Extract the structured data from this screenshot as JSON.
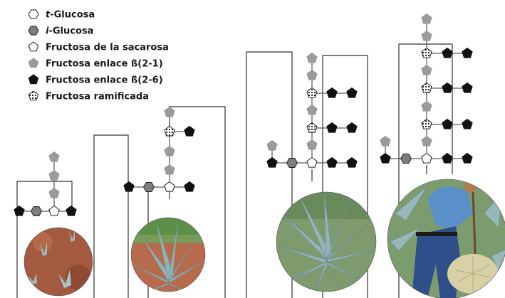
{
  "legend": {
    "items": [
      {
        "prefix": "t",
        "label": "-Glucosa",
        "symbol": "hexagon-white-icon"
      },
      {
        "prefix": "i",
        "label": "-Glucosa",
        "symbol": "hexagon-gray-icon"
      },
      {
        "prefix": "",
        "label": "Fructosa de la sacarosa",
        "symbol": "pentagon-white-icon"
      },
      {
        "prefix": "",
        "label": "Fructosa enlace ß(2-1)",
        "symbol": "pentagon-gray-icon"
      },
      {
        "prefix": "",
        "label": "Fructosa enlace ß(2-6)",
        "symbol": "pentagon-black-icon"
      },
      {
        "prefix": "",
        "label": "Fructosa ramificada",
        "symbol": "pentagon-dotted-icon"
      }
    ]
  },
  "colors": {
    "white_fill": "#ffffff",
    "gray_pentagon": "#9b9b9b",
    "gray_hexagon": "#7d7d7d",
    "black": "#111111",
    "line": "#333333",
    "soil": "#a0543a",
    "agave": "#8fb2b4",
    "sky_shirt": "#5b8fc9"
  },
  "photos": [
    {
      "subject": "young-agave-on-soil-photo"
    },
    {
      "subject": "growing-agave-photo"
    },
    {
      "subject": "mature-agave-photo"
    },
    {
      "subject": "harvest-jimador-photo"
    }
  ]
}
